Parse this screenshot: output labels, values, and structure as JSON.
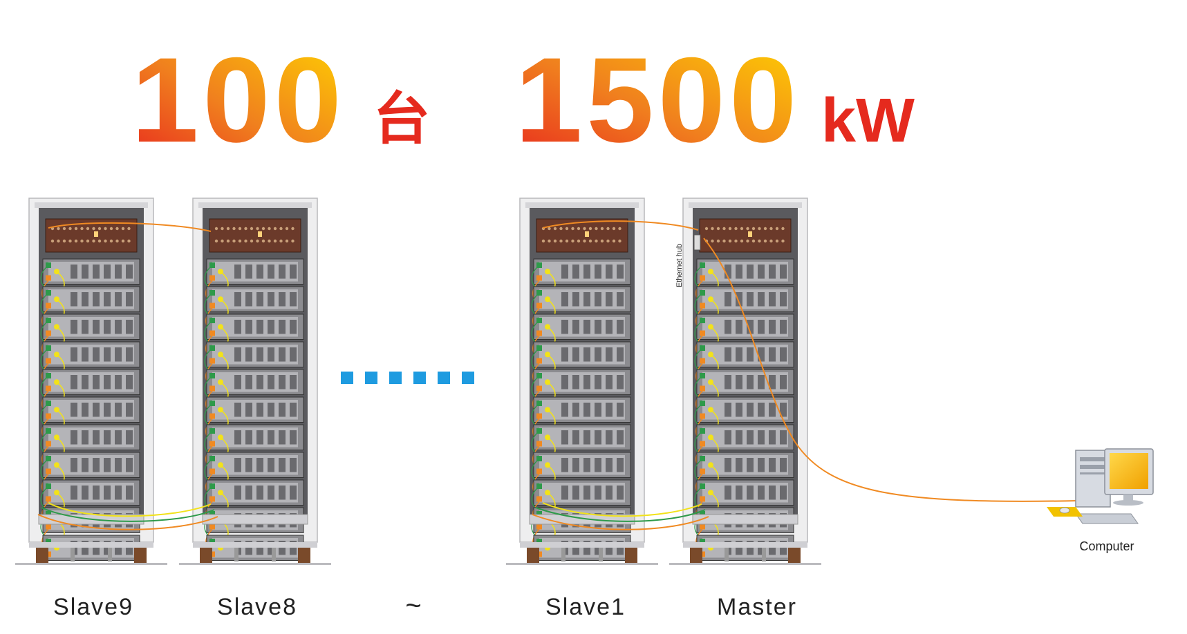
{
  "headline": {
    "count_number": "100",
    "count_unit": "台",
    "power_number": "1500",
    "power_unit": "kW"
  },
  "racks": [
    {
      "label": "Slave9"
    },
    {
      "label": "Slave8"
    },
    {
      "label": "Slave1"
    },
    {
      "label": "Master"
    }
  ],
  "tilde": "~",
  "hub_label": "Ethernet hub",
  "computer_label": "Computer",
  "colors": {
    "gradient_start": "#e8281e",
    "gradient_mid": "#f07a1e",
    "gradient_end": "#ffd400",
    "unit_red": "#e52a1e",
    "cable_orange": "#f08a22",
    "cable_yellow": "#f2e21a",
    "cable_green": "#2e9a4a",
    "dots_blue": "#1e9be0"
  },
  "icons": [
    "rack-cabinet-icon",
    "computer-icon",
    "ethernet-hub-icon"
  ]
}
